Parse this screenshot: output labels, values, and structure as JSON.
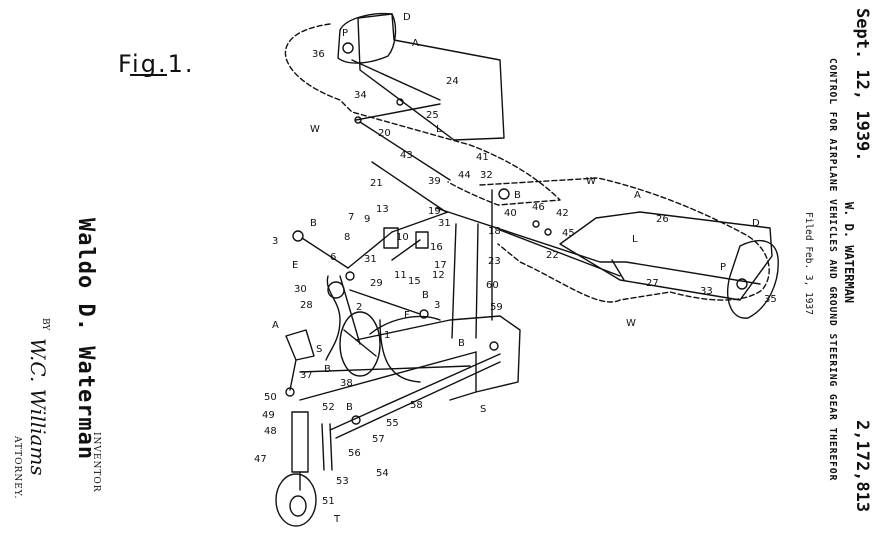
{
  "figure_label": "Fig.1.",
  "header": {
    "date": "Sept. 12, 1939.",
    "author": "W. D. WATERMAN",
    "patent_number": "2,172,813",
    "title": "CONTROL FOR AIRPLANE VEHICLES AND GROUND STEERING GEAR THEREFOR",
    "filed": "Filed Feb. 3, 1937"
  },
  "signature": {
    "inventor_name": "Waldo D. Waterman",
    "inventor_caption": "INVENTOR",
    "by": "BY",
    "attorney_signature": "W.C. Williams",
    "attorney_caption": "ATTORNEY."
  },
  "reference_labels": {
    "D": "D",
    "P": "P",
    "A": "A",
    "L": "L",
    "W": "W",
    "B": "B",
    "E": "E",
    "F": "F",
    "S": "S",
    "T": "T",
    "n1": "1",
    "n2": "2",
    "n3": "3",
    "n6": "6",
    "n7": "7",
    "n8": "8",
    "n9": "9",
    "n10": "10",
    "n11": "11",
    "n12": "12",
    "n13": "13",
    "n15": "15",
    "n16": "16",
    "n17": "17",
    "n18": "18",
    "n19": "19",
    "n20": "20",
    "n21": "21",
    "n22": "22",
    "n23": "23",
    "n24": "24",
    "n25": "25",
    "n26": "26",
    "n27": "27",
    "n28": "28",
    "n29": "29",
    "n30": "30",
    "n31": "31",
    "n32": "32",
    "n33": "33",
    "n34": "34",
    "n35": "35",
    "n36": "36",
    "n37": "37",
    "n38": "38",
    "n39": "39",
    "n40": "40",
    "n41": "41",
    "n42": "42",
    "n43": "43",
    "n44": "44",
    "n45": "45",
    "n46": "46",
    "n47": "47",
    "n48": "48",
    "n49": "49",
    "n50": "50",
    "n51": "51",
    "n52": "52",
    "n53": "53",
    "n54": "54",
    "n55": "55",
    "n56": "56",
    "n57": "57",
    "n58": "58",
    "n59": "59",
    "n60": "60"
  }
}
